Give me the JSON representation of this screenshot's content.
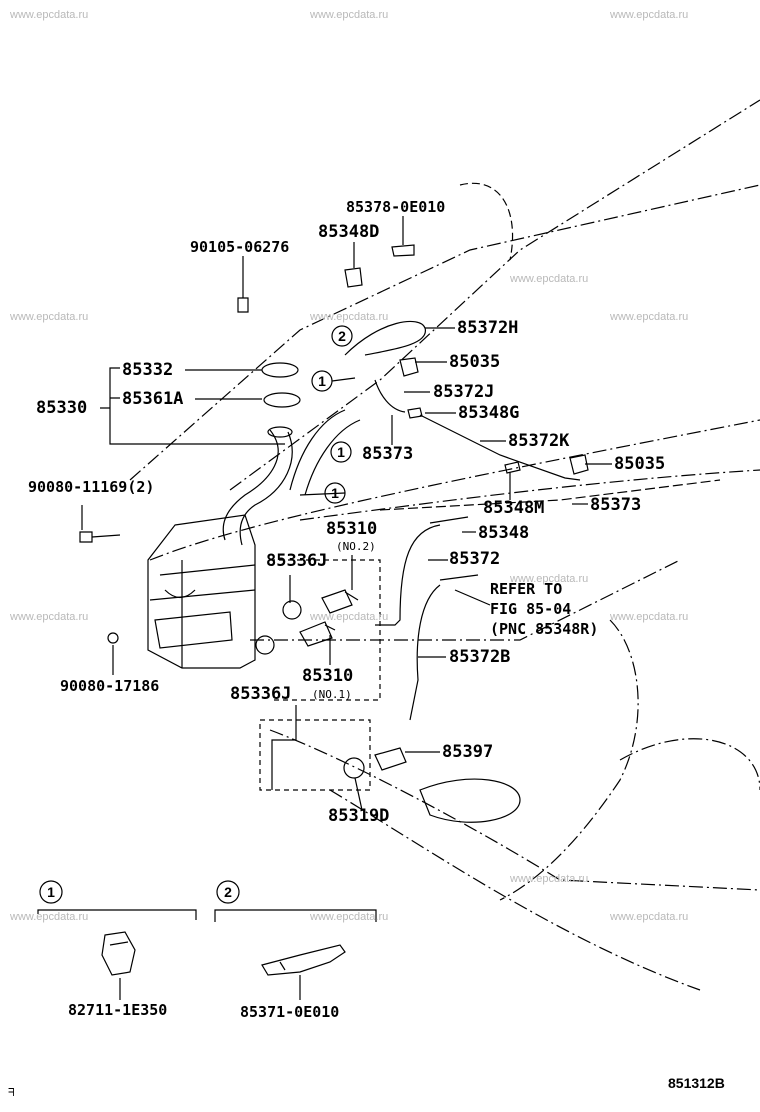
{
  "watermark": "www.epcdata.ru",
  "diagram_code": "851312B",
  "corner_mark": "ᖷ",
  "callouts": [
    "1",
    "2"
  ],
  "refer_note": {
    "line1": "REFER TO",
    "line2": "FIG 85-04",
    "line3": "(PNC 85348R)"
  },
  "parts": {
    "p85378": "85378-0E010",
    "p85348D": "85348D",
    "p90105": "90105-06276",
    "p85372H": "85372H",
    "p85035a": "85035",
    "p85332": "85332",
    "p85330": "85330",
    "p85361A": "85361A",
    "p85372J": "85372J",
    "p85348G": "85348G",
    "p85373a": "85373",
    "p85372K": "85372K",
    "p85035b": "85035",
    "p90080a": "90080-11169(2)",
    "p85348M": "85348M",
    "p85373b": "85373",
    "p85310a": "85310",
    "p85348": "85348",
    "p85336Ja": "85336J",
    "p85372": "85372",
    "p85372B": "85372B",
    "p85310b": "85310",
    "p90080b": "90080-17186",
    "p85336Jb": "85336J",
    "p85397": "85397",
    "p85319D": "85319D",
    "p82711": "82711-1E350",
    "p85371": "85371-0E010"
  },
  "subnotes": {
    "no2": "(NO.2)",
    "no1": "(NO.1)"
  }
}
